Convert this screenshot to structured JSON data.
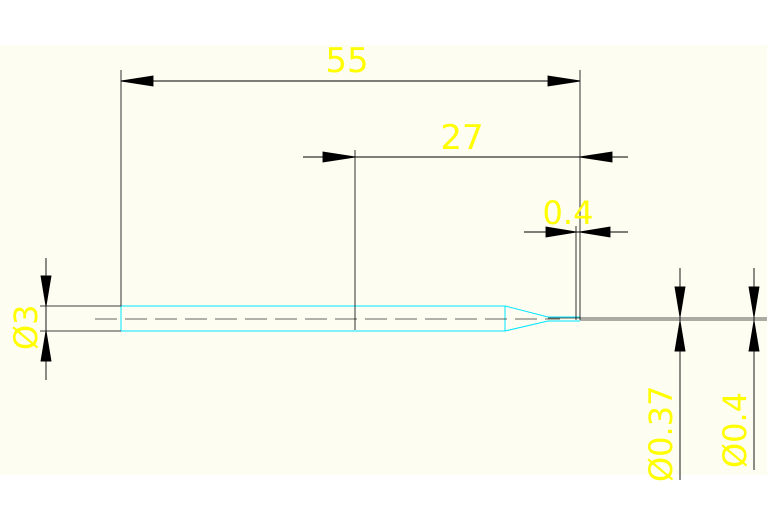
{
  "drawing": {
    "background_color": "#ffffff",
    "sheet_color": "#fdfdf2",
    "colors": {
      "dimension_text": "#ffff00",
      "dimension_line": "#000000",
      "part_outline": "#00ffff",
      "center_line": "#000000"
    },
    "dimensions": {
      "overall_length": "55",
      "taper_length": "27",
      "tip_length": "0.4",
      "shank_diameter": "Ø3",
      "tip_diameter_1": "Ø0.37",
      "tip_diameter_2": "Ø0.4"
    }
  }
}
